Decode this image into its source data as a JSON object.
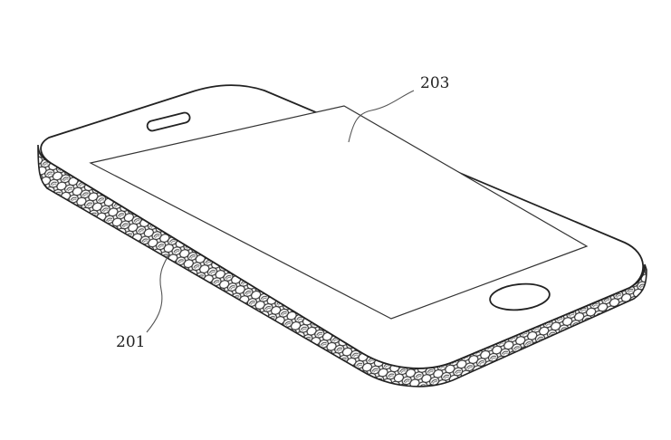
{
  "figure": {
    "type": "patent-line-drawing",
    "subject": "smartphone-with-textured-housing-side",
    "stroke_color": "#222222",
    "background_color": "#ffffff",
    "reference_numerals": [
      {
        "id": "203",
        "text": "203",
        "points_to": "display-screen"
      },
      {
        "id": "201",
        "text": "201",
        "points_to": "textured-side-housing"
      }
    ]
  }
}
